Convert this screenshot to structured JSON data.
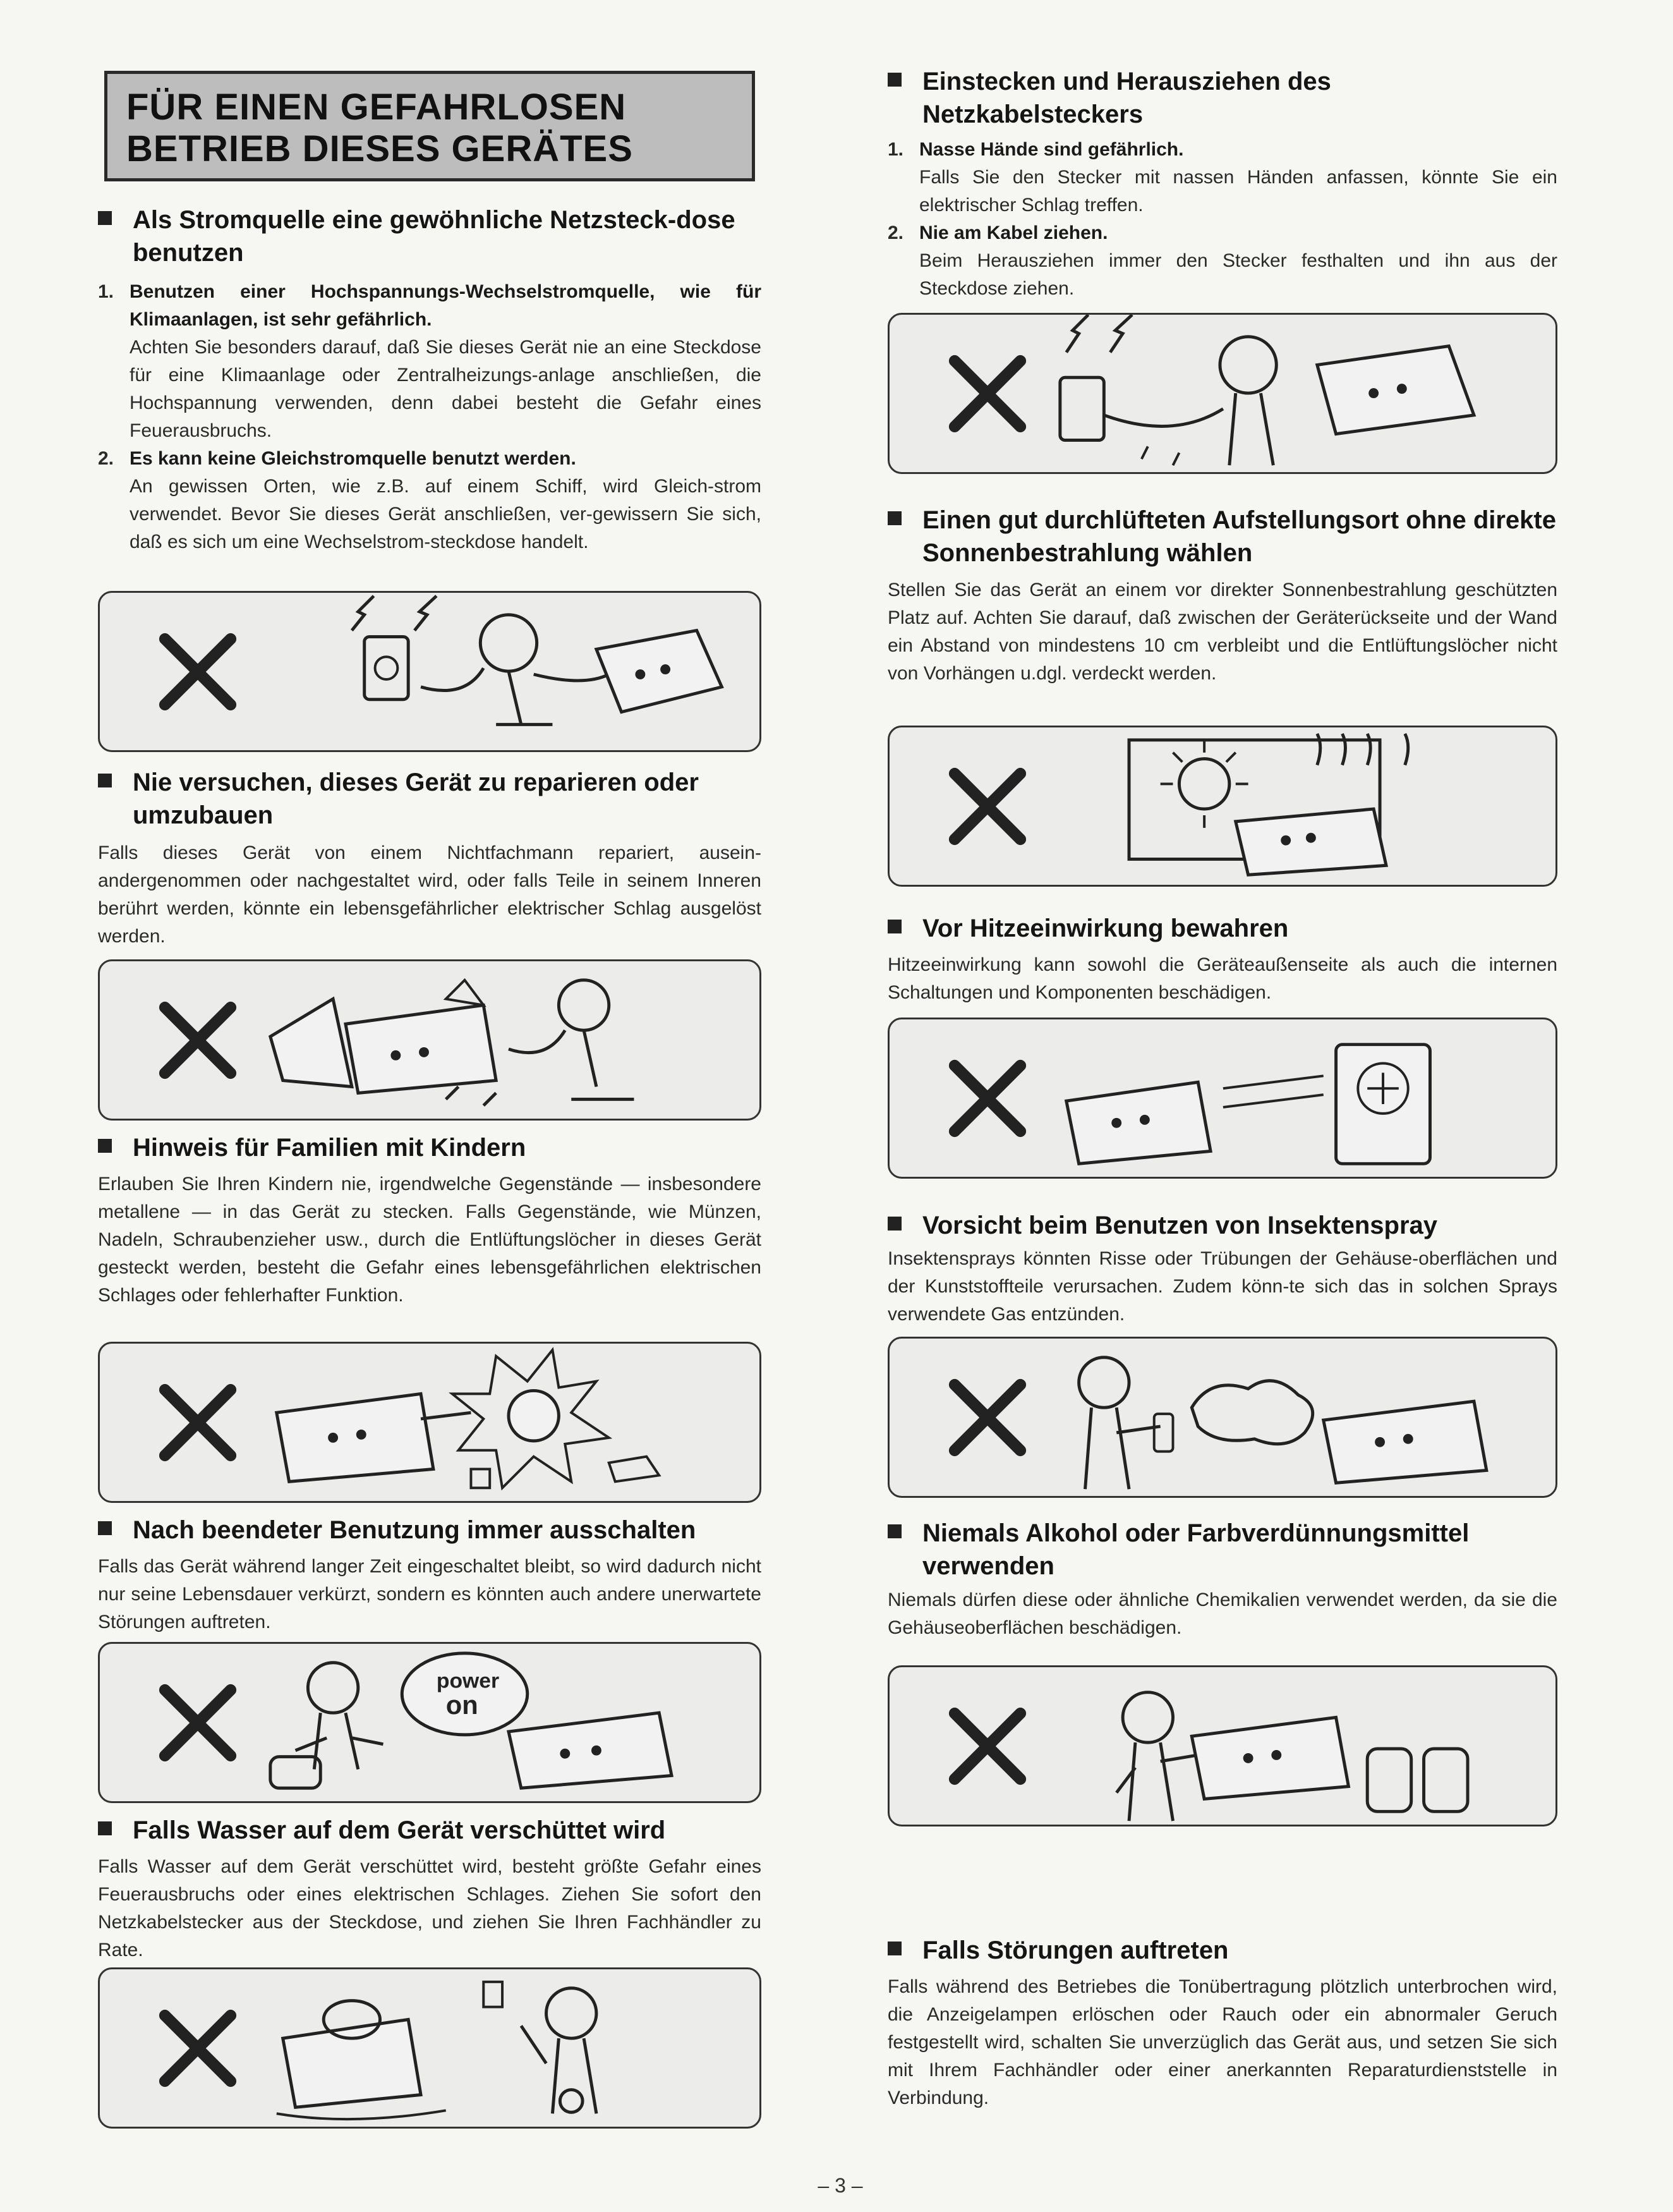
{
  "title": {
    "line1": "FÜR EINEN GEFAHRLOSEN",
    "line2": "BETRIEB DIESES GERÄTES"
  },
  "left": {
    "s1": {
      "heading": "Als Stromquelle eine gewöhnliche Netzsteck-dose benutzen",
      "item1_num": "1.",
      "item1_title": "Benutzen einer Hochspannungs-Wechselstromquelle, wie für Klimaanlagen, ist sehr gefährlich.",
      "item1_text": "Achten Sie besonders darauf, daß Sie dieses Gerät nie an eine Steckdose für eine Klimaanlage oder Zentralheizungs-anlage anschließen, die Hochspannung verwenden, denn dabei besteht die Gefahr eines Feuerausbruchs.",
      "item2_num": "2.",
      "item2_title": "Es kann keine Gleichstromquelle benutzt werden.",
      "item2_text": "An gewissen Orten, wie z.B. auf einem Schiff, wird Gleich-strom verwendet. Bevor Sie dieses Gerät anschließen, ver-gewissern Sie sich, daß es sich um eine Wechselstrom-steckdose handelt."
    },
    "s2": {
      "heading": "Nie versuchen, dieses Gerät zu reparieren oder umzubauen",
      "text": "Falls dieses Gerät von einem Nichtfachmann repariert, ausein-andergenommen oder nachgestaltet wird, oder falls Teile in seinem Inneren berührt werden, könnte ein lebensgefährlicher elektrischer Schlag ausgelöst werden."
    },
    "s3": {
      "heading": "Hinweis für Familien mit Kindern",
      "text": "Erlauben Sie Ihren Kindern nie, irgendwelche Gegenstände — insbesondere metallene — in das Gerät zu stecken. Falls Gegenstände, wie Münzen, Nadeln, Schraubenzieher usw., durch die Entlüftungslöcher in dieses Gerät gesteckt werden, besteht die Gefahr eines lebensgefährlichen elektrischen Schlages oder fehlerhafter Funktion."
    },
    "s4": {
      "heading": "Nach beendeter Benutzung immer ausschalten",
      "text": "Falls das Gerät während langer Zeit eingeschaltet bleibt, so wird dadurch nicht nur seine Lebensdauer verkürzt, sondern es könnten auch andere unerwartete Störungen auftreten.",
      "bubble_line1": "power",
      "bubble_line2": "on"
    },
    "s5": {
      "heading": "Falls Wasser auf dem Gerät verschüttet wird",
      "text": "Falls Wasser auf dem Gerät verschüttet wird, besteht größte Gefahr eines Feuerausbruchs oder eines elektrischen Schlages. Ziehen Sie sofort den Netzkabelstecker aus der Steckdose, und ziehen Sie Ihren Fachhändler zu Rate."
    }
  },
  "right": {
    "s6": {
      "heading": "Einstecken und Herausziehen des Netzkabelsteckers",
      "item1_num": "1.",
      "item1_title": "Nasse Hände sind gefährlich.",
      "item1_text": "Falls Sie den Stecker mit nassen Händen anfassen, könnte Sie ein elektrischer Schlag treffen.",
      "item2_num": "2.",
      "item2_title": "Nie am Kabel ziehen.",
      "item2_text": "Beim Herausziehen immer den Stecker festhalten und ihn aus der Steckdose ziehen."
    },
    "s7": {
      "heading": "Einen gut durchlüfteten Aufstellungsort ohne direkte Sonnenbestrahlung wählen",
      "text": "Stellen Sie das Gerät an einem vor direkter Sonnenbestrahlung geschützten Platz auf. Achten Sie darauf, daß zwischen der Geräterückseite und der Wand ein Abstand von mindestens 10 cm verbleibt und die Entlüftungslöcher nicht von Vorhängen u.dgl. verdeckt werden."
    },
    "s8": {
      "heading": "Vor Hitzeeinwirkung bewahren",
      "text": "Hitzeeinwirkung kann sowohl die Geräteaußenseite als auch die internen Schaltungen und Komponenten beschädigen."
    },
    "s9": {
      "heading": "Vorsicht beim Benutzen von Insektenspray",
      "text": "Insektensprays könnten Risse oder Trübungen der Gehäuse-oberflächen und der Kunststoffteile verursachen. Zudem könn-te sich das in solchen Sprays verwendete Gas entzünden."
    },
    "s10": {
      "heading": "Niemals Alkohol oder Farbverdünnungsmittel verwenden",
      "text": "Niemals dürfen diese oder ähnliche Chemikalien verwendet werden, da sie die Gehäuseoberflächen beschädigen."
    },
    "s11": {
      "heading": "Falls Störungen auftreten",
      "text": "Falls während des Betriebes die Tonübertragung plötzlich unterbrochen wird, die Anzeigelampen erlöschen oder Rauch oder ein abnormaler Geruch festgestellt wird, schalten Sie unverzüglich das Gerät aus, und setzen Sie sich mit Ihrem Fachhändler oder einer anerkannten Reparaturdienststelle in Verbindung."
    }
  },
  "page_number": "– 3 –"
}
